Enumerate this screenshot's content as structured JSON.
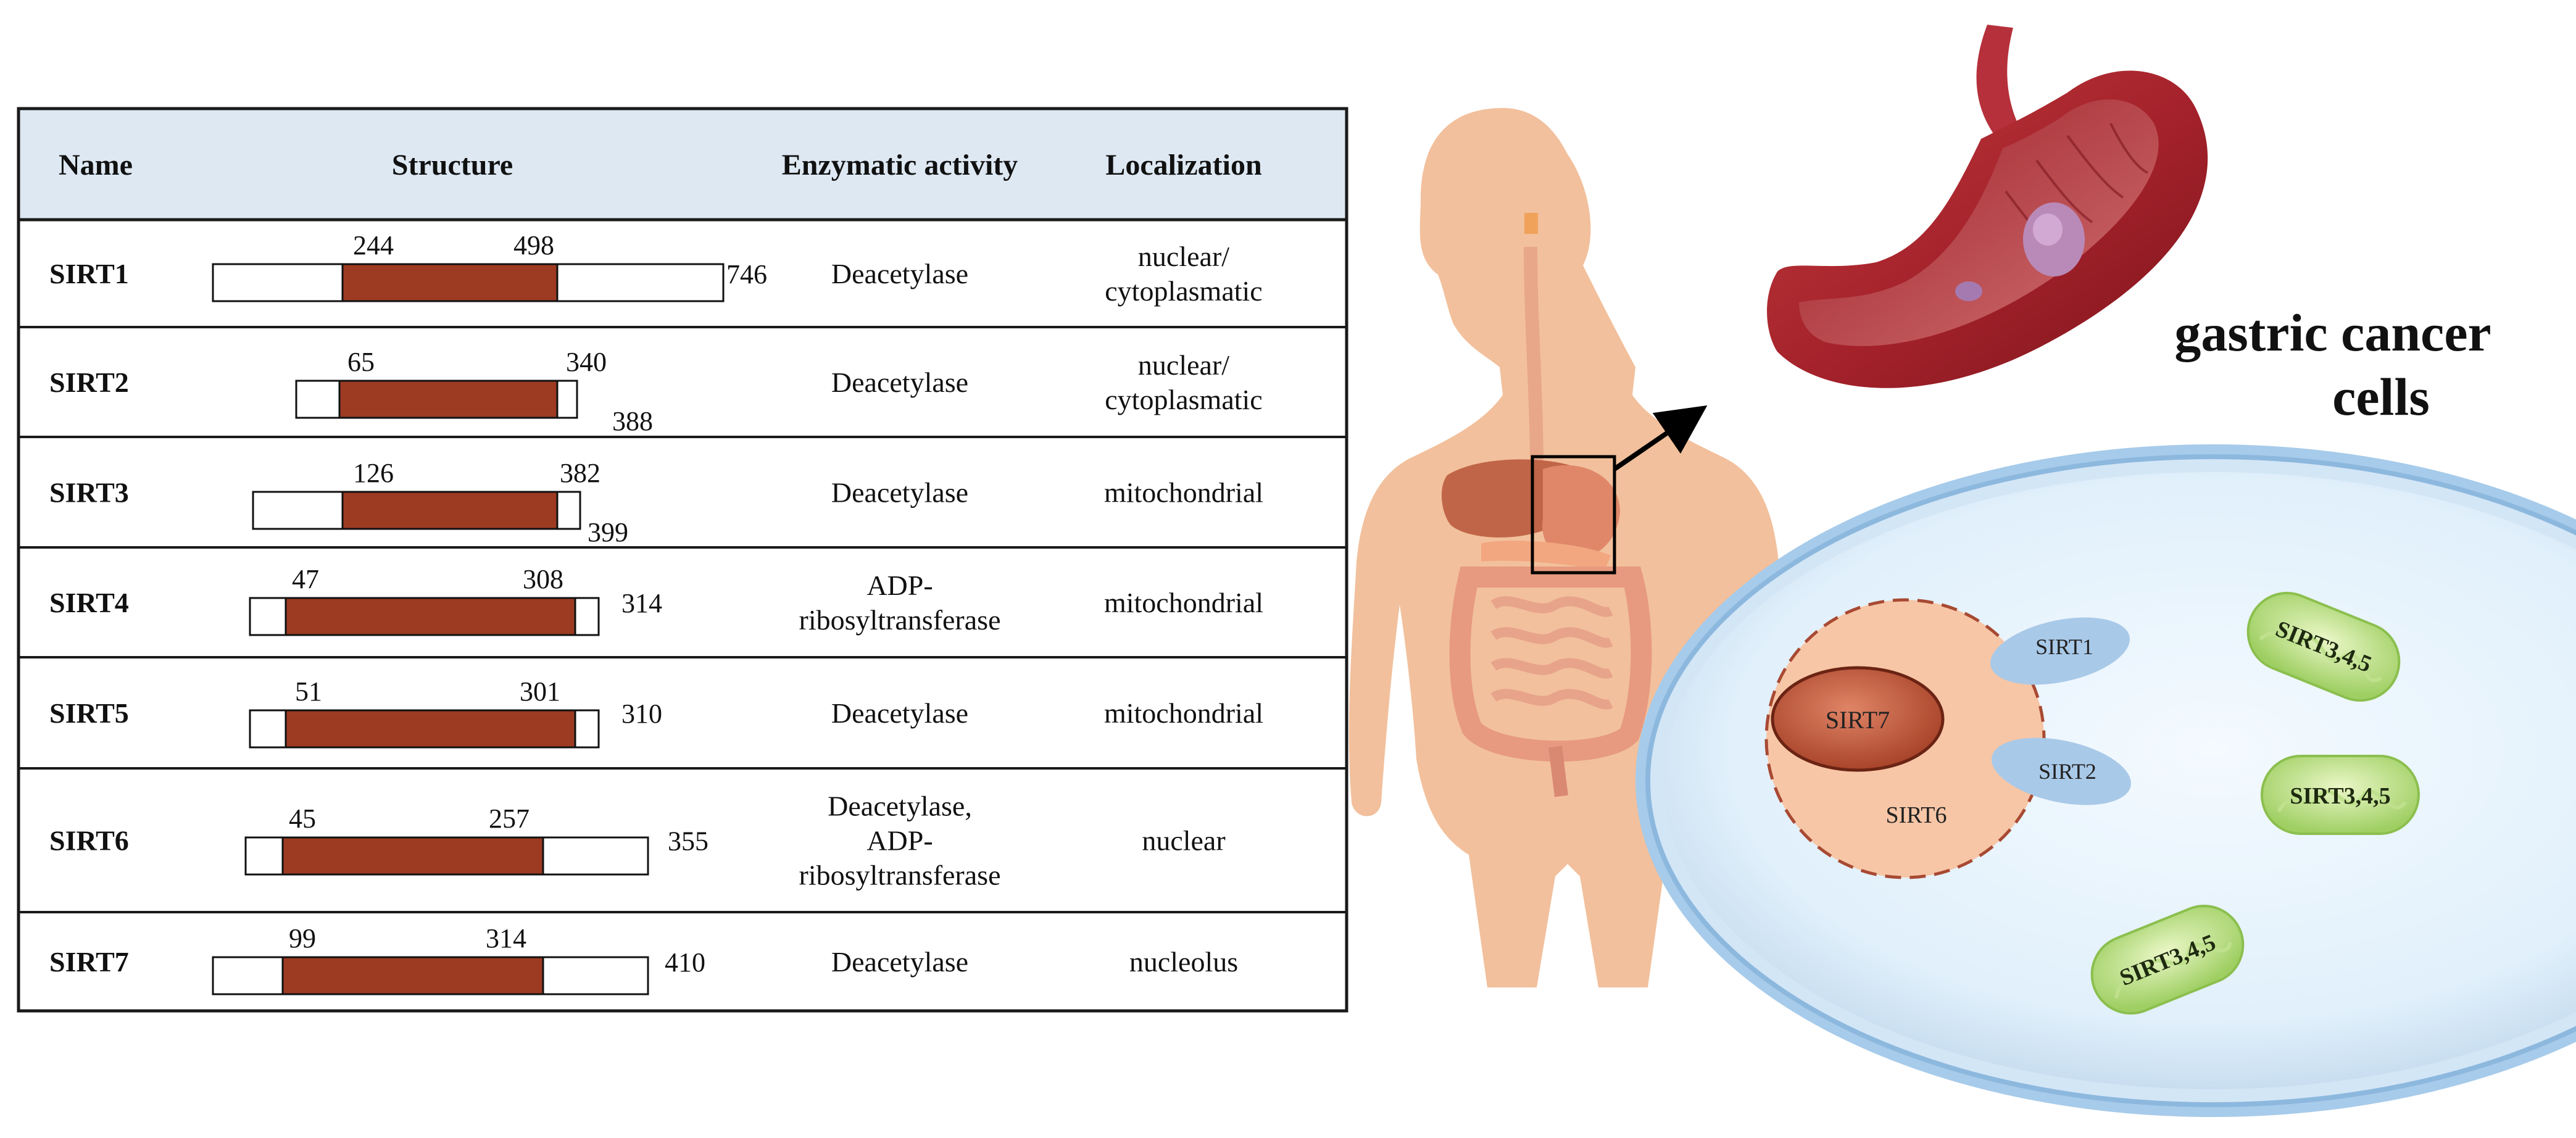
{
  "table": {
    "headers": [
      "Name",
      "Structure",
      "Enzymatic activity",
      "Localization"
    ],
    "rows": [
      {
        "name": "SIRT1",
        "start": "244",
        "end": "498",
        "length": "746",
        "activity": [
          "Deacetylase"
        ],
        "localization": [
          "nuclear/",
          "cytoplasmatic"
        ]
      },
      {
        "name": "SIRT2",
        "start": "65",
        "end": "340",
        "length": "388",
        "activity": [
          "Deacetylase"
        ],
        "localization": [
          "nuclear/",
          "cytoplasmatic"
        ]
      },
      {
        "name": "SIRT3",
        "start": "126",
        "end": "382",
        "length": "399",
        "activity": [
          "Deacetylase"
        ],
        "localization": [
          "mitochondrial"
        ]
      },
      {
        "name": "SIRT4",
        "start": "47",
        "end": "308",
        "length": "314",
        "activity": [
          "ADP-",
          "ribosyltransferase"
        ],
        "localization": [
          "mitochondrial"
        ]
      },
      {
        "name": "SIRT5",
        "start": "51",
        "end": "301",
        "length": "310",
        "activity": [
          "Deacetylase"
        ],
        "localization": [
          "mitochondrial"
        ]
      },
      {
        "name": "SIRT6",
        "start": "45",
        "end": "257",
        "length": "355",
        "activity": [
          "Deacetylase,",
          "ADP-",
          "ribosyltransferase"
        ],
        "localization": [
          "nuclear"
        ]
      },
      {
        "name": "SIRT7",
        "start": "99",
        "end": "314",
        "length": "410",
        "activity": [
          "Deacetylase"
        ],
        "localization": [
          "nucleolus"
        ]
      }
    ]
  },
  "cell": {
    "title_line1": "gastric cancer",
    "title_line2": "cells",
    "nucleolus_label": "SIRT7",
    "nucleus_label": "SIRT6",
    "cytoplasm_labels": [
      "SIRT1",
      "SIRT2"
    ],
    "mitochondria_labels": [
      "SIRT3,4,5",
      "SIRT3,4,5",
      "SIRT3,4,5"
    ]
  },
  "colors": {
    "header_bg": "#dde8f3",
    "domain": "#9c3b22",
    "cell_fill": "#e4f1fb",
    "cell_membrane": "#9ec4e6",
    "nucleus": "#f6c6a6",
    "nucleolus": "#c65d3f",
    "sirt_blob": "#a8c8e6",
    "mitochondria": "#c9e59a",
    "body": "#f0b894",
    "stomach": "#a8262c"
  }
}
